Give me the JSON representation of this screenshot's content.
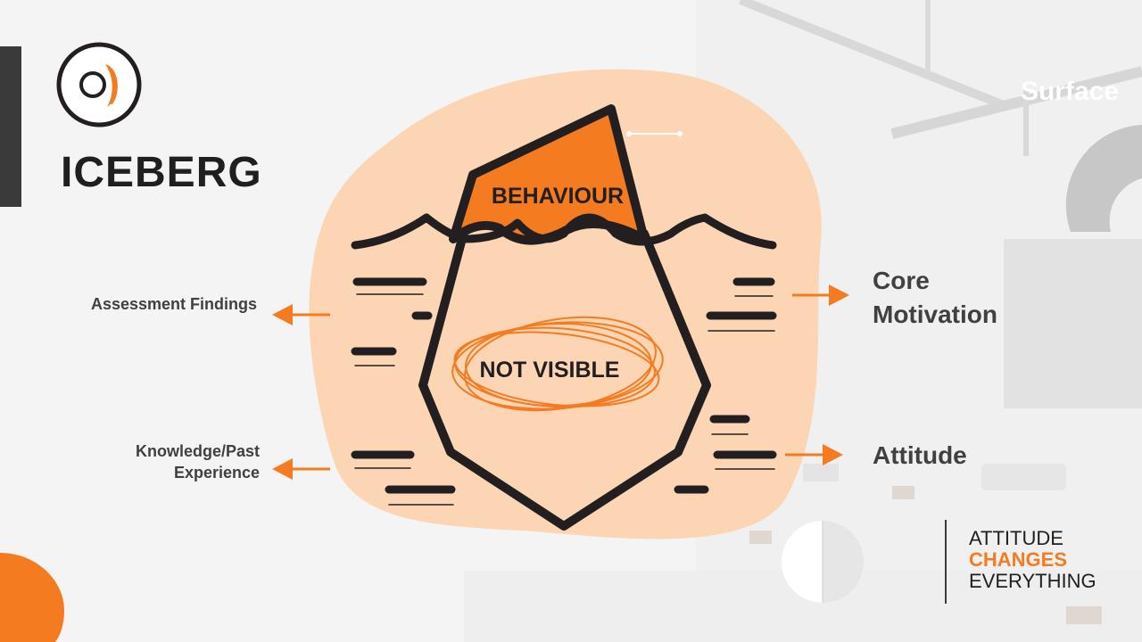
{
  "title": "ICEBERG",
  "surface_label": "Surface",
  "diagram": {
    "tip_label": "BEHAVIOUR",
    "hidden_label": "NOT VISIBLE"
  },
  "left_labels": {
    "assessment": "Assessment Findings",
    "knowledge_line1": "Knowledge/Past",
    "knowledge_line2": "Experience"
  },
  "right_labels": {
    "core_line1": "Core",
    "core_line2": "Motivation",
    "attitude": "Attitude"
  },
  "brand": {
    "line1": "ATTITUDE",
    "line2": "CHANGES",
    "line3": "EVERYTHING"
  },
  "colors": {
    "accent": "#f47b20",
    "blob": "#fcd5b5",
    "ink": "#231f20",
    "dark_bar": "#3a3a3a"
  }
}
